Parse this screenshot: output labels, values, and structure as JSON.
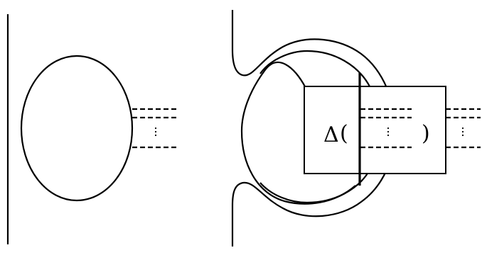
{
  "diagram": {
    "box_label": {
      "delta": "Δ",
      "open_paren": "(",
      "close_paren": ")"
    },
    "colors": {
      "stroke": "#000000",
      "background": "#ffffff",
      "box_fill": "#ffffff"
    },
    "left_panel": {
      "strand_count_visible": 3,
      "ellipsis_symbol": "⋮"
    },
    "right_panel": {
      "strand_count_visible": 3,
      "ellipsis_symbol": "⋮"
    }
  }
}
